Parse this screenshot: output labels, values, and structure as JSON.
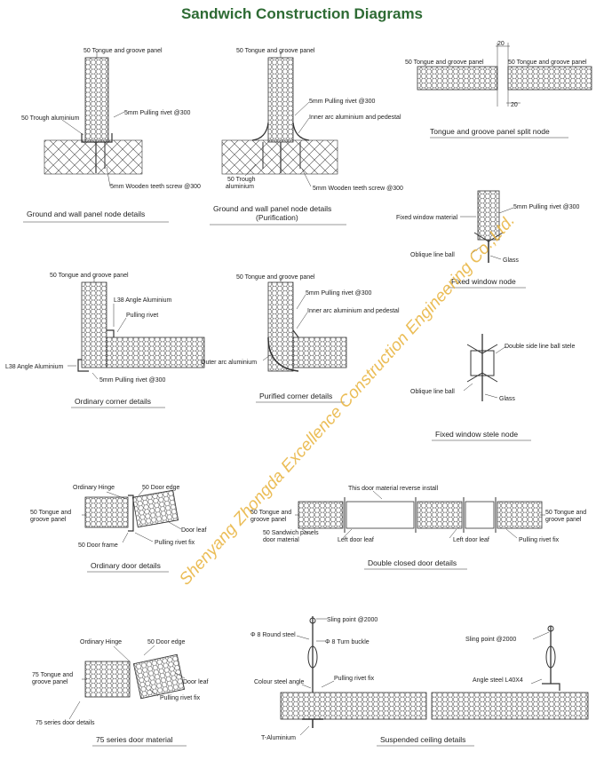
{
  "title": "Sandwich Construction Diagrams",
  "watermark": "Shenyang Zhongda Excellence Construction Engineering Co.,Ltd.",
  "colors": {
    "title": "#2e6b34",
    "watermark": "#e8b23a",
    "line": "#333333"
  },
  "panels": {
    "ground_wall": {
      "caption": "Ground and wall panel node details",
      "labels": [
        "50 Tongue and groove panel",
        "50 Trough aluminium",
        "5mm Pulling rivet @300",
        "5mm Wooden teeth screw @300"
      ]
    },
    "ground_wall_purif": {
      "caption": "Ground and wall panel node details",
      "caption2": "(Purification)",
      "labels": [
        "50 Tongue and groove panel",
        "5mm Pulling rivet @300",
        "Inner arc aluminium and pedestal",
        "50 Trough",
        "aluminium",
        "5mm Wooden teeth screw @300"
      ]
    },
    "split": {
      "caption": "Tongue and groove panel split node",
      "labels": [
        "50 Tongue and groove panel",
        "50 Tongue and groove panel",
        "20",
        "20"
      ]
    },
    "fixed_window": {
      "caption": "Fixed window node",
      "labels": [
        "Fixed window material",
        "5mm Pulling rivet @300",
        "Oblique line ball",
        "Glass"
      ]
    },
    "ordinary_corner": {
      "caption": "Ordinary corner details",
      "labels": [
        "50 Tongue and groove panel",
        "L38 Angle Aluminium",
        "Pulling rivet",
        "L38 Angle Aluminium",
        "5mm Pulling rivet @300"
      ]
    },
    "purified_corner": {
      "caption": "Purified corner details",
      "labels": [
        "50 Tongue and groove panel",
        "5mm Pulling rivet @300",
        "Inner arc aluminium and pedestal",
        "Outer arc aluminium"
      ]
    },
    "window_stele": {
      "caption": "Fixed window stele node",
      "labels": [
        "Double side line ball stele",
        "Oblique line ball",
        "Glass"
      ]
    },
    "ordinary_door": {
      "caption": "Ordinary door details",
      "labels": [
        "Ordinary Hinge",
        "50 Door edge",
        "50 Tongue and",
        "groove panel",
        "Door leaf",
        "50 Door frame",
        "Pulling rivet fix"
      ]
    },
    "double_door": {
      "caption": "Double closed door details",
      "labels": [
        "This door material reverse install",
        "50 Tongue and",
        "groove panel",
        "50 Sandwich panels",
        "door material",
        "Left door leaf",
        "Left door leaf",
        "Pulling rivet fix",
        "50 Tongue and",
        "groove panel"
      ]
    },
    "door75": {
      "caption": "75 series door material",
      "labels": [
        "Ordinary Hinge",
        "50 Door edge",
        "75 Tongue and",
        "groove panel",
        "Door leaf",
        "Pulling rivet fix",
        "75 series door details"
      ]
    },
    "ceiling": {
      "caption": "Suspended ceiling details",
      "labels": [
        "Sling point @2000",
        "Φ 8 Round steel",
        "Φ 8 Turn buckle",
        "Colour steel angle",
        "Pulling rivet fix",
        "T-Aluminium",
        "Sling point @2000",
        "Angle steel L40X4"
      ]
    }
  }
}
